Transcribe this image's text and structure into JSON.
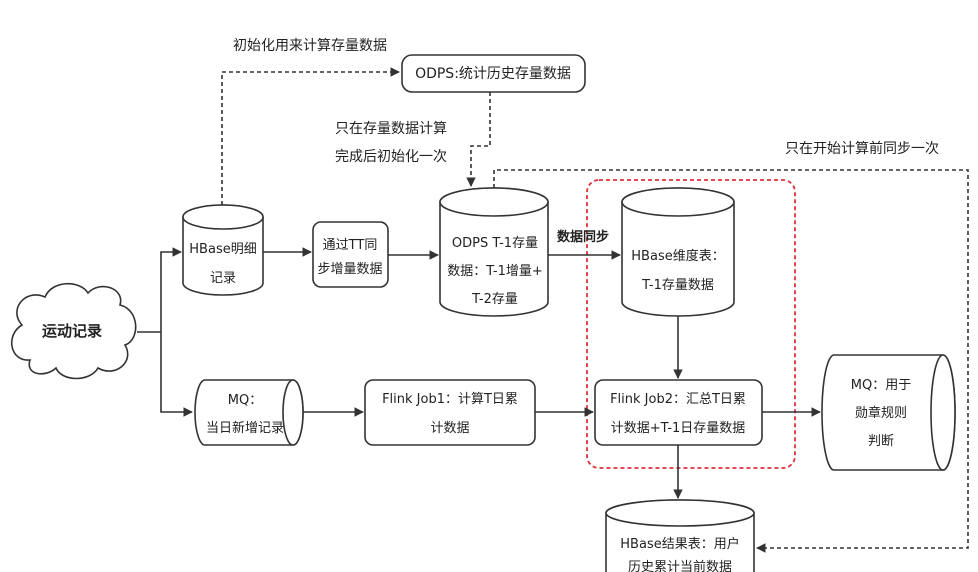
{
  "colors": {
    "line": "#333333",
    "highlight_frame": "#e0303a",
    "fill": "#ffffff",
    "text": "#222222"
  },
  "nodes": {
    "sport_record": {
      "label": "运动记录"
    },
    "hbase_detail": {
      "lines": [
        "HBase明细",
        "记录"
      ]
    },
    "odps_history": {
      "label": "ODPS:统计历史存量数据"
    },
    "tt_sync": {
      "lines": [
        "通过TT同",
        "步增量数据"
      ]
    },
    "odps_t1": {
      "lines": [
        "ODPS T-1存量",
        "数据：T-1增量+",
        "T-2存量"
      ]
    },
    "hbase_dim": {
      "lines": [
        "HBase维度表：",
        "T-1存量数据"
      ]
    },
    "mq_today": {
      "lines": [
        "MQ：",
        "当日新增记录"
      ]
    },
    "flink_job1": {
      "lines": [
        "Flink Job1：计算T日累",
        "计数据"
      ]
    },
    "flink_job2": {
      "lines": [
        "Flink Job2：汇总T日累",
        "计数据+T-1日存量数据"
      ]
    },
    "mq_medal": {
      "lines": [
        "MQ：用于",
        "勋章规则",
        "判断"
      ]
    },
    "hbase_result": {
      "lines": [
        "HBase结果表：用户",
        "历史累计当前数据"
      ]
    }
  },
  "edge_labels": {
    "init_for_stock": "初始化用来计算存量数据",
    "init_once": [
      "只在存量数据计算",
      "完成后初始化一次"
    ],
    "sync_before_start": "只在开始计算前同步一次",
    "data_sync": "数据同步"
  }
}
